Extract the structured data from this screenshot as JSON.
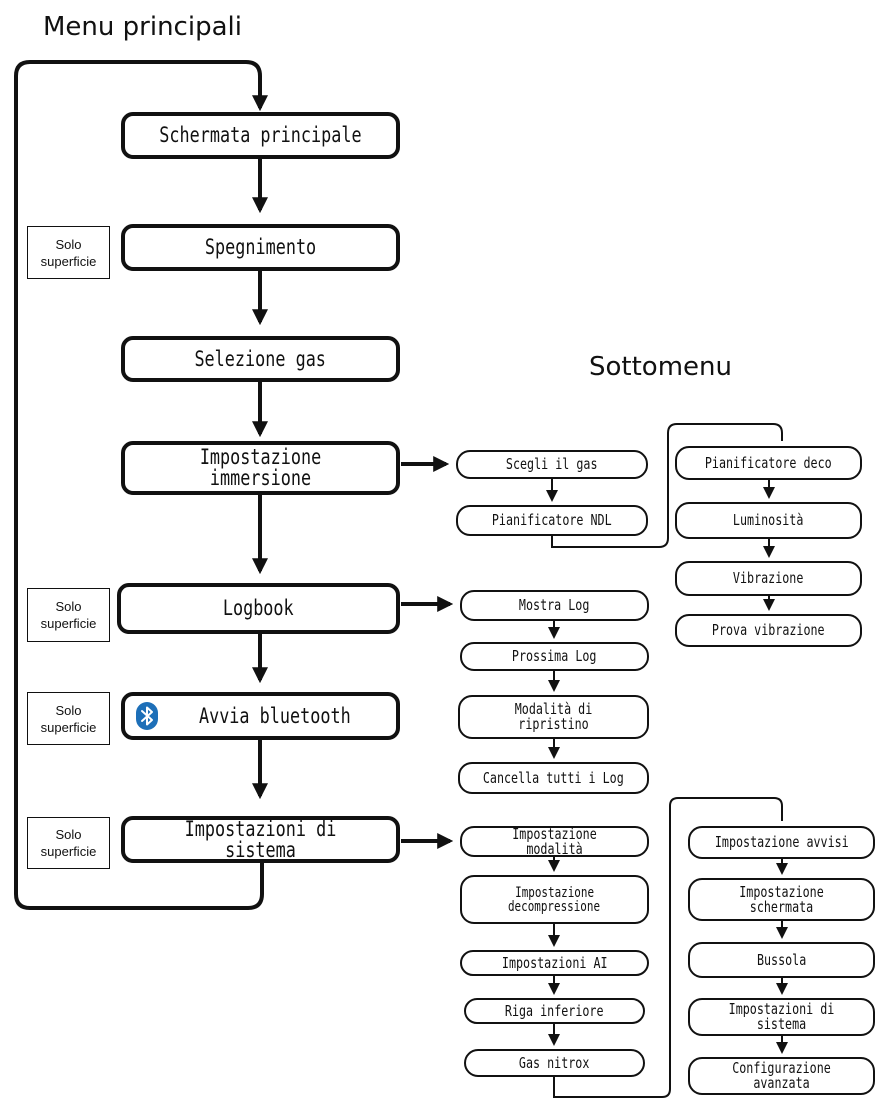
{
  "diagram": {
    "heading_main": "Menu principali",
    "heading_sub": "Sottomenu",
    "colors": {
      "ink": "#111111",
      "icon": "#1d6fb8",
      "background": "#ffffff"
    },
    "main_menu": [
      {
        "id": "m1",
        "label": "Schermata principale"
      },
      {
        "id": "m2",
        "label": "Spegnimento"
      },
      {
        "id": "m3",
        "label": "Selezione gas"
      },
      {
        "id": "m4",
        "label": "Impostazione immersione"
      },
      {
        "id": "m5",
        "label": "Logbook"
      },
      {
        "id": "m6",
        "label": "Avvia bluetooth",
        "icon": "bluetooth-icon"
      },
      {
        "id": "m7",
        "label": "Impostazioni di sistema"
      }
    ],
    "notes": [
      {
        "id": "n1",
        "line1": "Solo",
        "line2": "superficie"
      },
      {
        "id": "n2",
        "line1": "Solo",
        "line2": "superficie"
      },
      {
        "id": "n3",
        "line1": "Solo",
        "line2": "superficie"
      },
      {
        "id": "n4",
        "line1": "Solo",
        "line2": "superficie"
      }
    ],
    "dive_setup_submenu": [
      {
        "id": "a1",
        "label": "Scegli il gas"
      },
      {
        "id": "a2",
        "label": "Pianificatore NDL"
      },
      {
        "id": "a3",
        "label": "Pianificatore deco"
      },
      {
        "id": "a4",
        "label": "Luminosità"
      },
      {
        "id": "a5",
        "label": "Vibrazione"
      },
      {
        "id": "a6",
        "label": "Prova vibrazione"
      }
    ],
    "logbook_submenu": [
      {
        "id": "b1",
        "label": "Mostra Log"
      },
      {
        "id": "b2",
        "label": "Prossima Log"
      },
      {
        "id": "b3",
        "label": "Modalità di ripristino"
      },
      {
        "id": "b4",
        "label": "Cancella tutti i Log"
      }
    ],
    "system_submenu": [
      {
        "id": "c1",
        "label": "Impostazione modalità"
      },
      {
        "id": "c2",
        "line1": "Impostazione",
        "line2": "decompressione"
      },
      {
        "id": "c3",
        "label": "Impostazioni AI"
      },
      {
        "id": "c4",
        "label": "Riga inferiore"
      },
      {
        "id": "c5",
        "label": "Gas nitrox"
      },
      {
        "id": "c6",
        "label": "Impostazione avvisi"
      },
      {
        "id": "c7",
        "label": "Impostazione schermata"
      },
      {
        "id": "c8",
        "label": "Bussola"
      },
      {
        "id": "c9",
        "label": "Impostazioni di sistema"
      },
      {
        "id": "c10",
        "label": "Configurazione avanzata"
      }
    ]
  }
}
